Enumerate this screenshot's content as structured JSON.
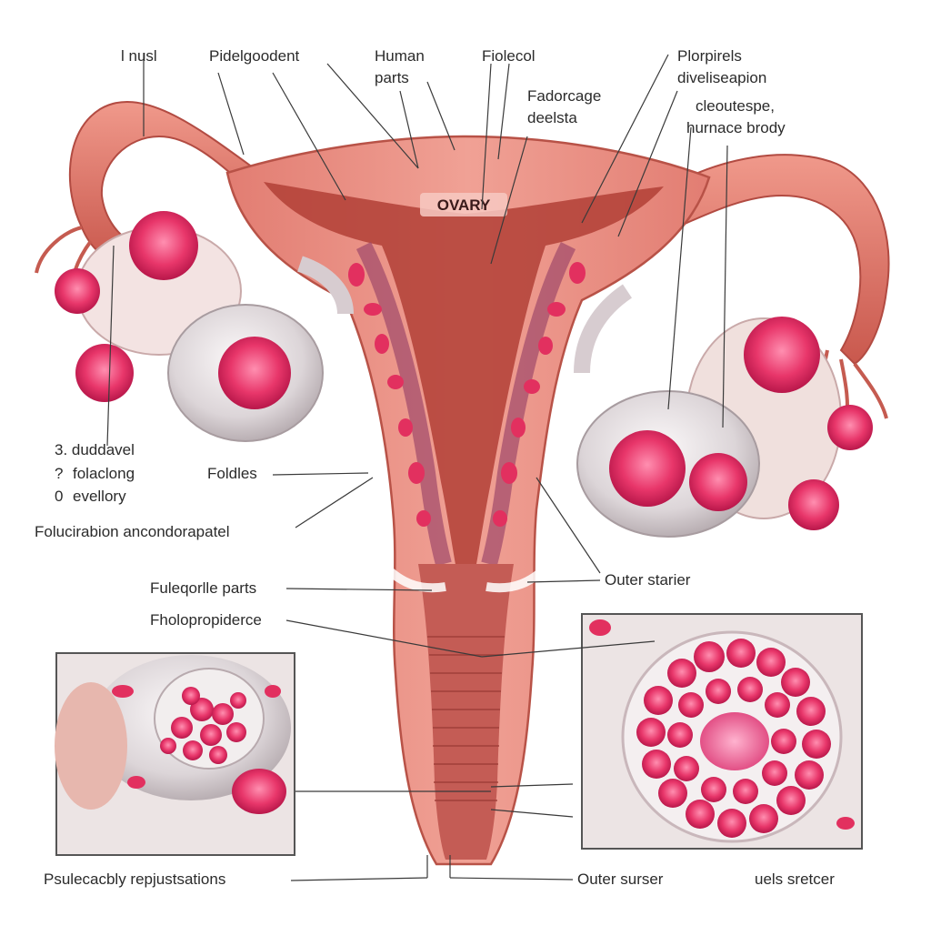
{
  "colors": {
    "uterus_outer": "#e98a80",
    "uterus_inner": "#c9544a",
    "cavity": "#a93a32",
    "tube": "#d9685d",
    "ovary": "#e9e3e4",
    "follicle": "#e0245e",
    "follicle_light": "#f46a92",
    "leader_line": "#3a3a3a",
    "inset_border": "#555555"
  },
  "diagram": {
    "center_label": "OVARY",
    "labels": {
      "top_1": "l nusl",
      "top_2": "Pidelgoodent",
      "top_3_line1": "Human",
      "top_3_line2": "parts",
      "top_4": "Fiolecol",
      "top_5_line1": "Fadorcage",
      "top_5_line2": "deelsta",
      "top_6_line1": "Plorpirels",
      "top_6_line2": "diveliseapion",
      "top_7_line1": "cleoutespe,",
      "top_7_line2": "hurnace brody",
      "left_1": "3. duddavel",
      "left_2": "folaclong",
      "left_3": "evellory",
      "left_1_prefix": "",
      "left_2_prefix": "?",
      "left_3_prefix": "0",
      "follicles": "Foldles",
      "long_left": "Folucirabion ancondorapatel",
      "mid_1": "Fuleqorlle parts",
      "mid_2": "Fholopropiderce",
      "right_mid": "Outer starier",
      "bottom_left": "Psulecacbly repjustsations",
      "bottom_mid": "Outer surser",
      "bottom_right": "uels sretcer"
    }
  }
}
